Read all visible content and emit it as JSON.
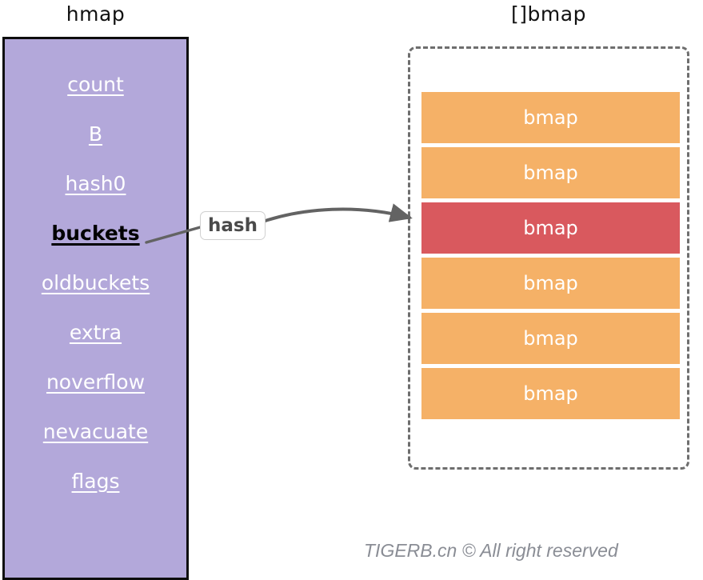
{
  "diagram": {
    "hmap": {
      "title": "hmap",
      "box_color": "#b3a8da",
      "border_color": "#0d0d0d",
      "fields": [
        {
          "label": "count",
          "style": "normal"
        },
        {
          "label": "B",
          "style": "normal"
        },
        {
          "label": "hash0",
          "style": "normal"
        },
        {
          "label": "buckets",
          "style": "emphasis"
        },
        {
          "label": "oldbuckets",
          "style": "normal"
        },
        {
          "label": "extra",
          "style": "normal"
        },
        {
          "label": "noverflow",
          "style": "normal"
        },
        {
          "label": "nevacuate",
          "style": "normal"
        },
        {
          "label": "flags",
          "style": "normal"
        }
      ]
    },
    "bmap_array": {
      "title": "[]bmap",
      "container_border_color": "#6e6e6e",
      "default_color": "#f5b167",
      "highlight_color": "#d9595e",
      "rows": [
        {
          "label": "bmap",
          "state": "normal"
        },
        {
          "label": "bmap",
          "state": "normal"
        },
        {
          "label": "bmap",
          "state": "highlight"
        },
        {
          "label": "bmap",
          "state": "normal"
        },
        {
          "label": "bmap",
          "state": "normal"
        },
        {
          "label": "bmap",
          "state": "normal"
        }
      ]
    },
    "connector": {
      "label": "hash",
      "line_color": "#636363",
      "from": "buckets",
      "to": "bmap-row-3"
    },
    "footer": {
      "text": "TIGERB.cn © All right reserved",
      "color": "#8a8d95"
    }
  }
}
